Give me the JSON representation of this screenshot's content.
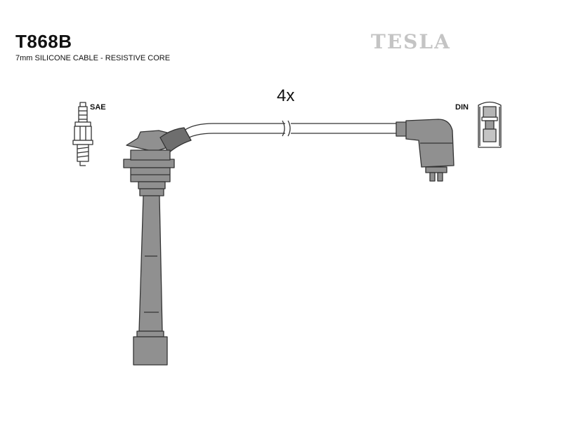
{
  "product": {
    "code": "T868B",
    "description": "7mm SILICONE CABLE - RESISTIVE CORE"
  },
  "brand": {
    "logo_text": "TESLA",
    "color": "#c4c4c4"
  },
  "diagram": {
    "quantity_label": "4x",
    "spark_plug_side_label": "SAE",
    "distributor_side_label": "DIN",
    "line_color": "#333333",
    "part_fill": "#909090",
    "part_fill_dark": "#6e6e6e"
  }
}
